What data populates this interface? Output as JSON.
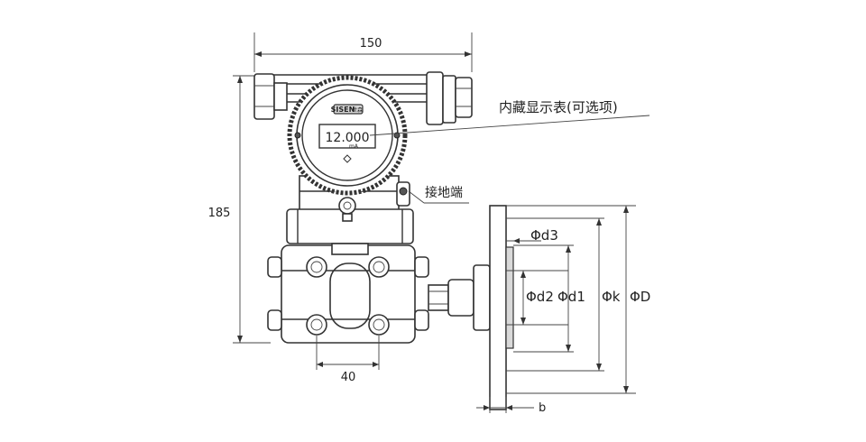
{
  "dimensions": {
    "width": "150",
    "height": "185",
    "center_distance": "40",
    "flange_thickness": "b"
  },
  "flange_diameters": {
    "d3": "Φd3",
    "d2": "Φd2",
    "d1": "Φd1",
    "k": "Φk",
    "D": "ΦD"
  },
  "callouts": {
    "display": "内藏显示表(可选项)",
    "ground": "接地端"
  },
  "device": {
    "brand": "SISEN",
    "brand_sub": "世森",
    "reading": "12.000",
    "unit": "mA"
  }
}
